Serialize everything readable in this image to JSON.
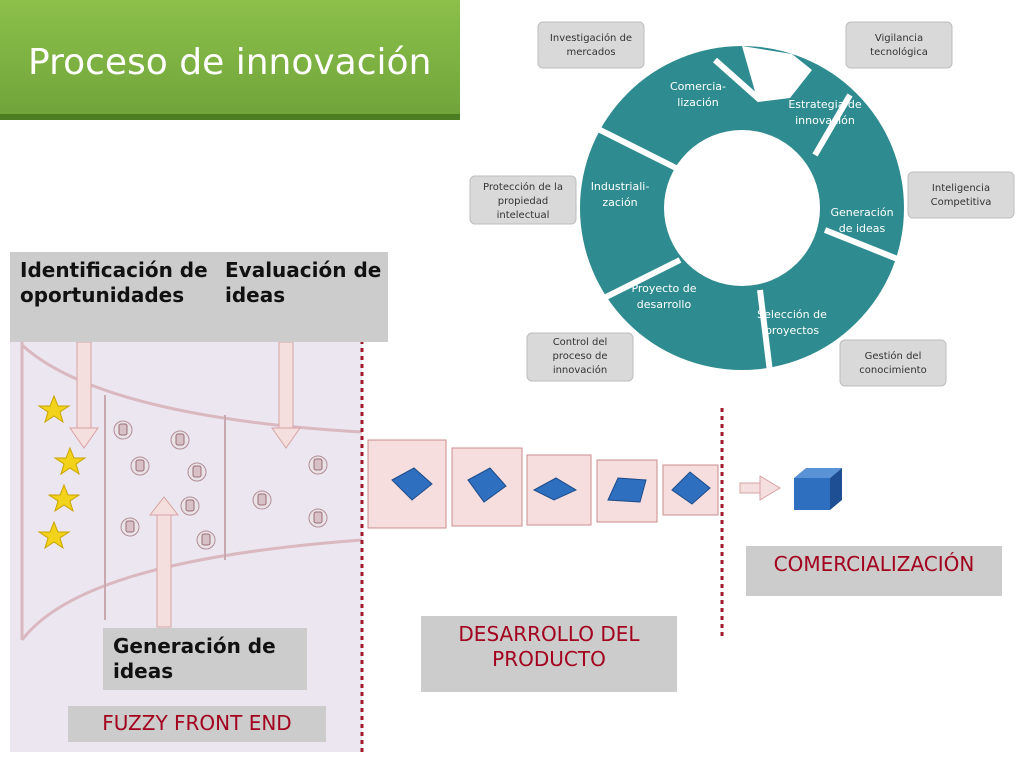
{
  "slide": {
    "title": "Proceso de innovación"
  },
  "cycle": {
    "stages": [
      {
        "line1": "Comercia-",
        "line2": "lización"
      },
      {
        "line1": "Estrategia de",
        "line2": "innovación"
      },
      {
        "line1": "Generación",
        "line2": "de ideas"
      },
      {
        "line1": "Selección de",
        "line2": "proyectos"
      },
      {
        "line1": "Proyecto de",
        "line2": "desarrollo"
      },
      {
        "line1": "Industriali-",
        "line2": "zación"
      }
    ],
    "annotations": [
      {
        "line1": "Investigación de",
        "line2": "mercados",
        "line3": ""
      },
      {
        "line1": "Vigilancia",
        "line2": "tecnológica",
        "line3": ""
      },
      {
        "line1": "Inteligencia",
        "line2": "Competitiva",
        "line3": ""
      },
      {
        "line1": "Gestión del",
        "line2": "conocimiento",
        "line3": ""
      },
      {
        "line1": "Control del",
        "line2": "proceso de",
        "line3": "innovación"
      },
      {
        "line1": "Protección de la",
        "line2": "propiedad",
        "line3": "intelectual"
      }
    ],
    "colors": {
      "arrow": "#2e8b8f",
      "box": "#d9d9d9"
    }
  },
  "funnel": {
    "identificacion": {
      "line1": "Identificación de",
      "line2": "oportunidades"
    },
    "evaluacion": {
      "line1": "Evaluación de",
      "line2": "ideas"
    },
    "generacion": {
      "line1": "Generación de",
      "line2": "ideas"
    },
    "fuzzy": "FUZZY FRONT END"
  },
  "stages": {
    "desarrollo": {
      "line1": "DESARROLLO DEL",
      "line2": "PRODUCTO"
    },
    "comercializacion": "COMERCIALIZACIÓN"
  },
  "colors": {
    "title_green": "#7ab343",
    "label_red": "#a3001e",
    "funnel_bg": "#ece6f0",
    "cube_blue": "#2f6fbf"
  }
}
